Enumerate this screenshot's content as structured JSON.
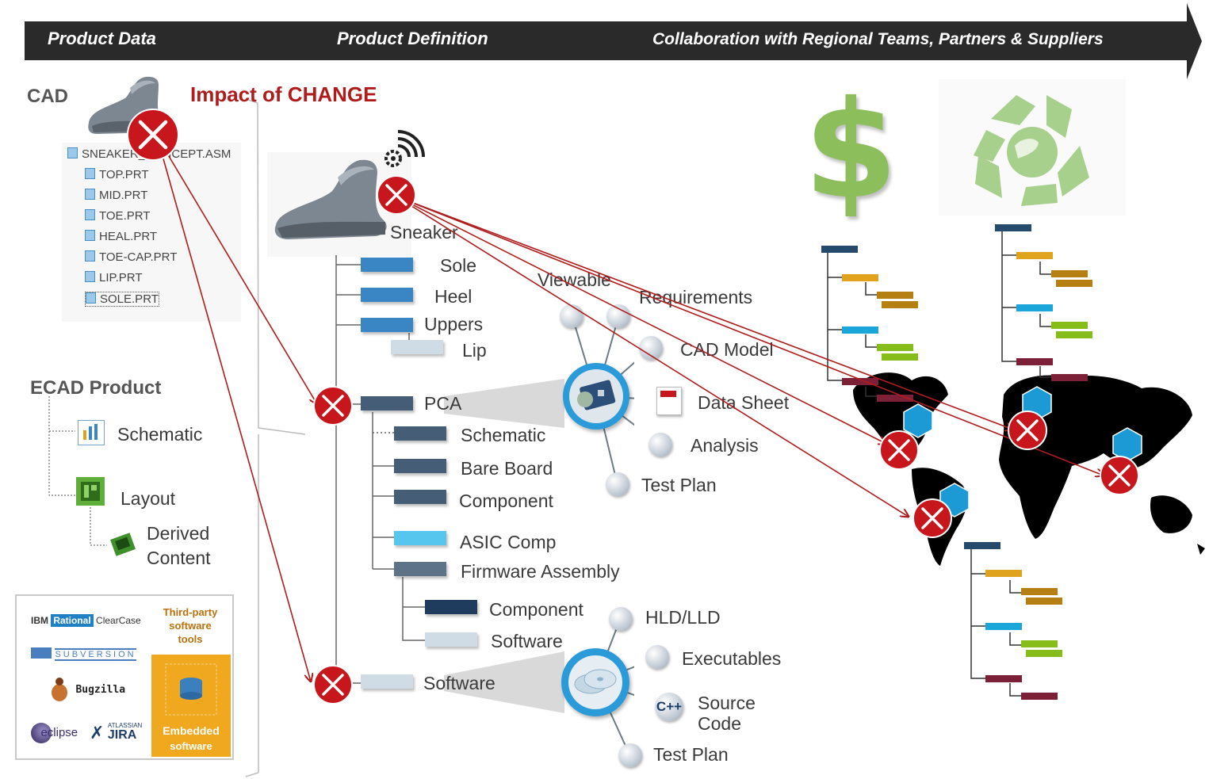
{
  "banner": {
    "product_data": "Product Data",
    "product_definition": "Product Definition",
    "collaboration": "Collaboration with Regional Teams, Partners & Suppliers"
  },
  "impact": "Impact of CHANGE",
  "cad": {
    "title": "CAD",
    "assembly": "SNEAKER_CONCEPT.ASM",
    "parts": [
      "TOP.PRT",
      "MID.PRT",
      "TOE.PRT",
      "HEAL.PRT",
      "TOE-CAP.PRT",
      "LIP.PRT",
      "SOLE.PRT"
    ]
  },
  "ecad": {
    "title": "ECAD Product",
    "schematic": "Schematic",
    "layout": "Layout",
    "derived_1": "Derived",
    "derived_2": "Content"
  },
  "tools": {
    "ibm": "IBM",
    "rational": "Rational",
    "clearcase": "ClearCase",
    "subversion": "SUBVERSION",
    "bugzilla": "Bugzilla",
    "eclipse": "eclipse",
    "atlassian": "ATLASSIAN",
    "jira": "JIRA",
    "third_party_1": "Third-party",
    "third_party_2": "software",
    "third_party_3": "tools",
    "embedded_1": "Embedded",
    "embedded_2": "software"
  },
  "bom": {
    "sneaker": "Sneaker",
    "sole": "Sole",
    "heel": "Heel",
    "uppers": "Uppers",
    "lip": "Lip",
    "pca": "PCA",
    "schematic": "Schematic",
    "bare_board": "Bare Board",
    "component": "Component",
    "asic_comp": "ASIC Comp",
    "firmware_assembly": "Firmware Assembly",
    "fw_component": "Component",
    "fw_software": "Software",
    "software": "Software"
  },
  "pca_hub": {
    "viewable": "Viewable",
    "requirements": "Requirements",
    "cad_model": "CAD Model",
    "data_sheet": "Data Sheet",
    "analysis": "Analysis",
    "test_plan": "Test Plan"
  },
  "sw_hub": {
    "hld_lld": "HLD/LLD",
    "executables": "Executables",
    "source_1": "Source",
    "source_2": "Code",
    "test_plan": "Test Plan",
    "cpp": "C++"
  },
  "colors": {
    "banner": "#2a2a2a",
    "impact": "#b01c1c",
    "arrow": "#b01c1c",
    "x_mark": "#c8161d",
    "bar_blue": "#3a85c3",
    "bar_dark": "#465d78",
    "bar_light": "#cfdce6",
    "bar_cyan": "#57c6ee",
    "dollar": "#8cbf5c",
    "recycle": "#a8d08d",
    "tree_navy": "#254a6b",
    "tree_gold": "#e0a31e",
    "tree_brown": "#b67f12",
    "tree_cyan": "#1aa6d9",
    "tree_green": "#86bd1b",
    "tree_maroon": "#7b2037"
  }
}
